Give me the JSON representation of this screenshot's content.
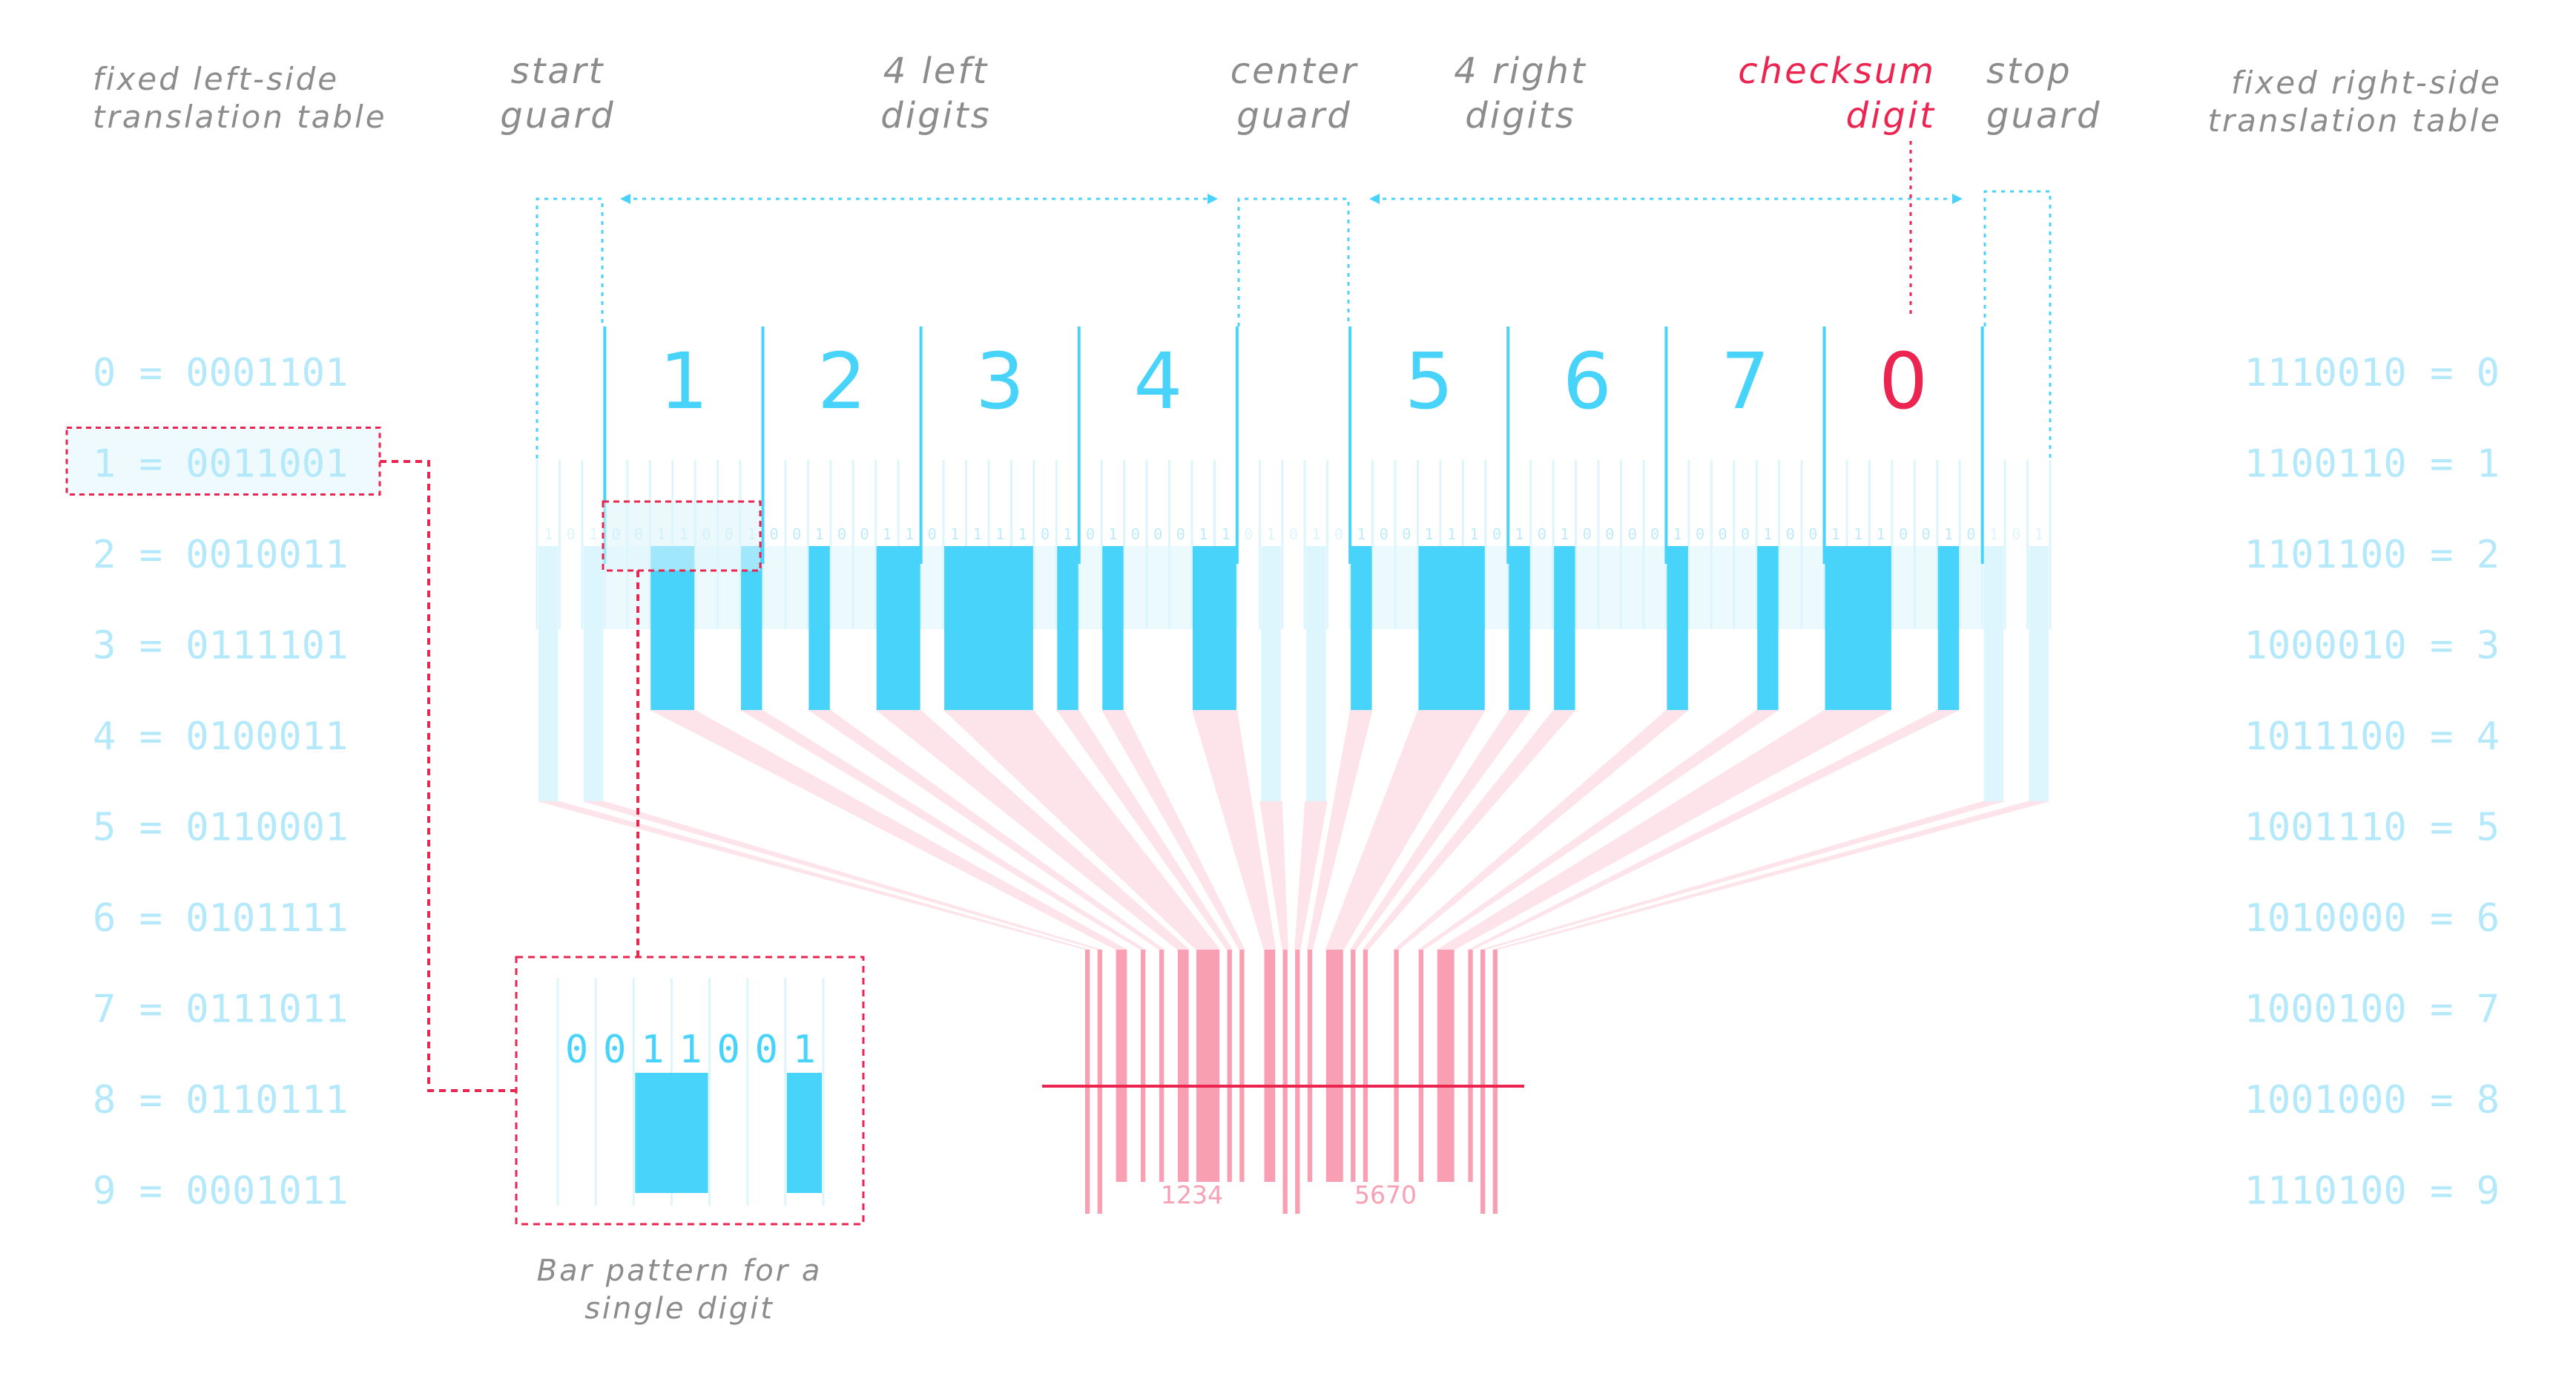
{
  "labels": {
    "left_table": [
      "fixed left-side",
      "translation table"
    ],
    "right_table": [
      "fixed  right-side",
      "translation table"
    ],
    "start_guard": [
      "start",
      "guard"
    ],
    "left_digits": [
      "4 left",
      "digits"
    ],
    "center_guard": [
      "center",
      "guard"
    ],
    "right_digits": [
      "4 right",
      "digits"
    ],
    "checksum": [
      "checksum",
      "digit"
    ],
    "stop_guard": [
      "stop",
      "guard"
    ],
    "caption": [
      "Bar pattern for a",
      "single digit"
    ]
  },
  "left_table": [
    "0 = 0001101",
    "1 = 0011001",
    "2 = 0010011",
    "3 = 0111101",
    "4 = 0100011",
    "5 = 0110001",
    "6 = 0101111",
    "7 = 0111011",
    "8 = 0110111",
    "9 = 0001011"
  ],
  "right_table": [
    "1110010 = 0",
    "1100110 = 1",
    "1101100 = 2",
    "1000010 = 3",
    "1011100 = 4",
    "1001110 = 5",
    "1010000 = 6",
    "1000100 = 7",
    "1001000 = 8",
    "1110100 = 9"
  ],
  "highlighted_row": 1,
  "digits": [
    "1",
    "2",
    "3",
    "4",
    "5",
    "6",
    "7",
    "0"
  ],
  "checksum_index": 7,
  "bits": {
    "start": "101",
    "left": [
      "0011001",
      "0010011",
      "0111101",
      "0100011"
    ],
    "center": "01010",
    "right": [
      "1001110",
      "1010000",
      "1000100",
      "1110010"
    ],
    "stop": "101"
  },
  "inset_bits": "0011001",
  "barcode_numbers": [
    "1234",
    "5670"
  ],
  "colors": {
    "blue": "#48D3FB",
    "light_blue": "#DDF5FC",
    "red": "#EC2550",
    "pink": "#F99FB3",
    "gray": "#8C8C8C"
  }
}
